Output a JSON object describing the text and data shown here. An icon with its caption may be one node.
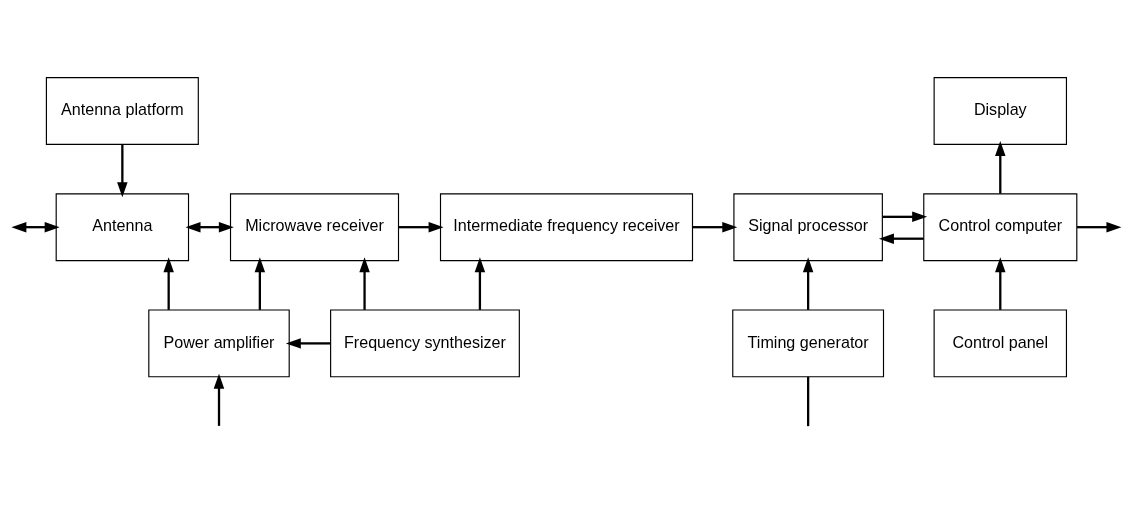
{
  "diagram": {
    "nodes": [
      {
        "text": [
          "Antenna platform"
        ]
      },
      {
        "text": [
          "Display"
        ]
      },
      {
        "text": [
          "Antenna"
        ]
      },
      {
        "text": [
          "Microwave receiver"
        ]
      },
      {
        "text": [
          "Intermediate frequency receiver"
        ]
      },
      {
        "text": [
          "Signal processor"
        ]
      },
      {
        "text": [
          "Control computer"
        ]
      },
      {
        "text": [
          "Power amplifier"
        ]
      },
      {
        "text": [
          "Frequency synthesizer"
        ]
      },
      {
        "text": [
          "Timing generator"
        ]
      },
      {
        "text": [
          "Control panel"
        ]
      }
    ],
    "edges": [
      {
        "from": 0,
        "to": 2,
        "arrow": "to"
      },
      {
        "from": null,
        "to": 2,
        "arrow": "both"
      },
      {
        "from": 2,
        "to": 3,
        "arrow": "both"
      },
      {
        "from": 7,
        "to": 2,
        "arrow": "to"
      },
      {
        "from": 7,
        "to": 3,
        "arrow": "to"
      },
      {
        "from": 3,
        "to": 4,
        "arrow": "to"
      },
      {
        "from": 4,
        "to": 5,
        "arrow": "to"
      },
      {
        "from": 5,
        "to": 6,
        "arrow": "to"
      },
      {
        "from": 6,
        "to": 5,
        "arrow": "to"
      },
      {
        "from": 6,
        "to": 1,
        "arrow": "to"
      },
      {
        "from": 6,
        "to": null,
        "arrow": "to"
      },
      {
        "from": 8,
        "to": 3,
        "arrow": "to"
      },
      {
        "from": 8,
        "to": 4,
        "arrow": "to"
      },
      {
        "from": 8,
        "to": 7,
        "arrow": "to"
      },
      {
        "from": 9,
        "to": 5,
        "arrow": "to"
      },
      {
        "from": 10,
        "to": 6,
        "arrow": "to"
      },
      {
        "from": null,
        "to": 7,
        "arrow": "to"
      },
      {
        "from": 9,
        "to": null,
        "arrow": "none"
      }
    ]
  }
}
